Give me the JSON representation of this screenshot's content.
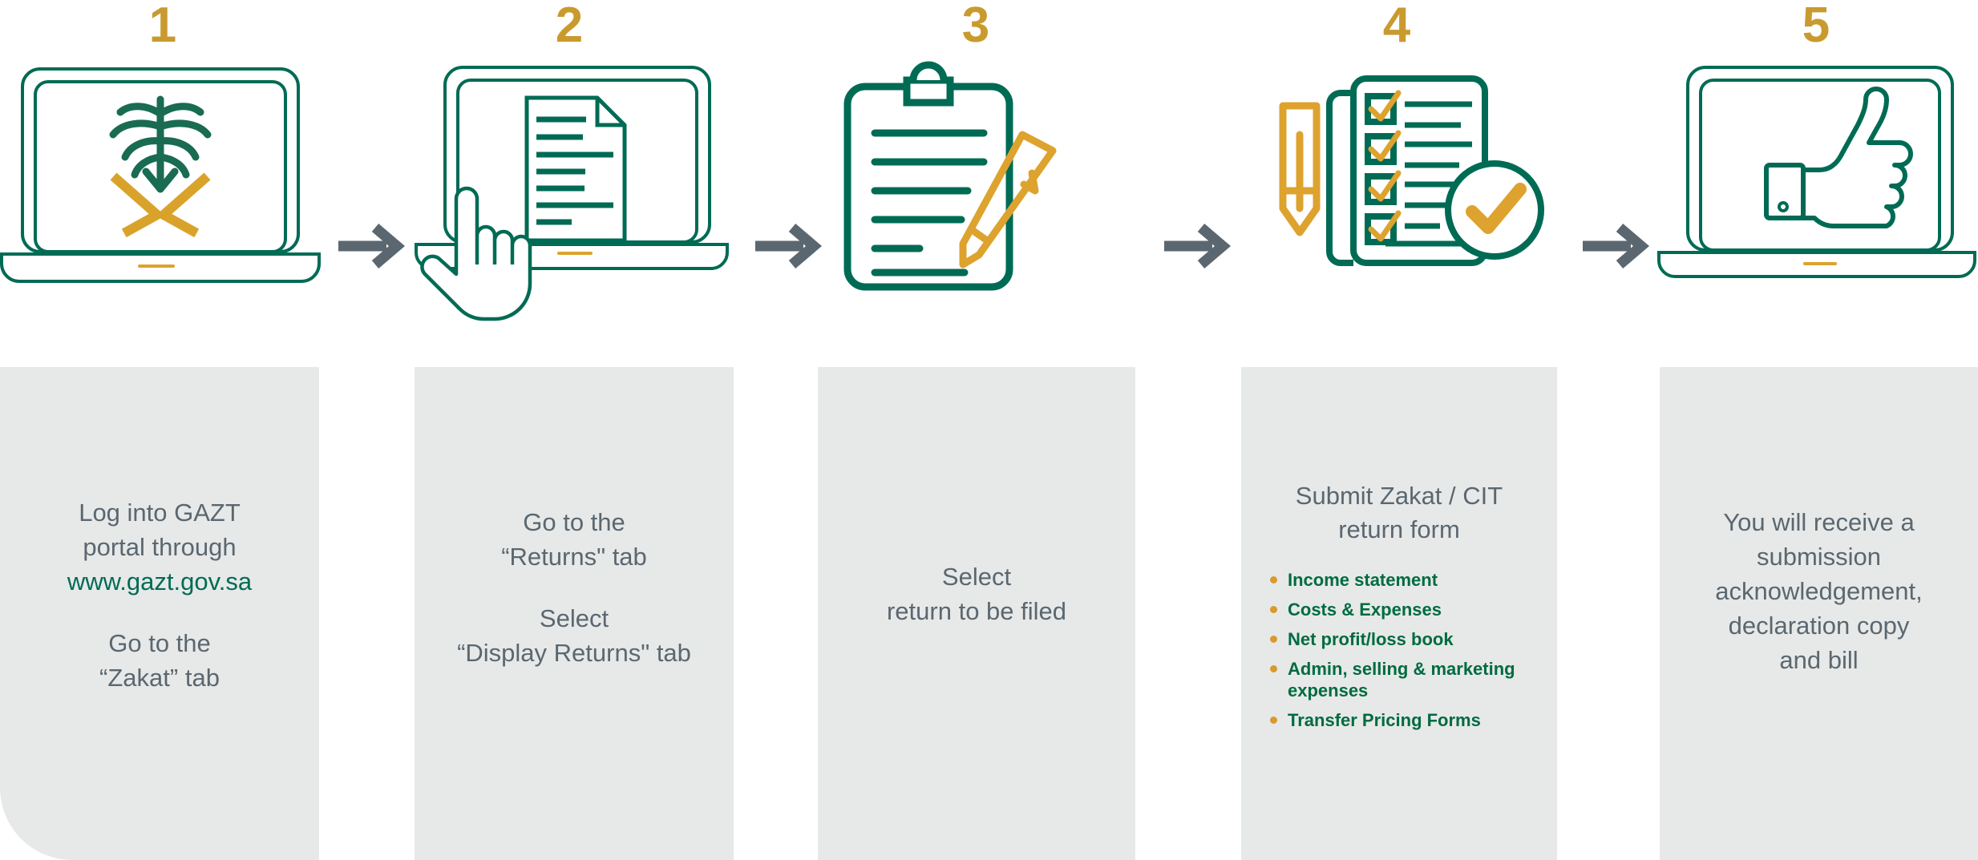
{
  "colors": {
    "green": "#006b54",
    "green_text": "#006b41",
    "gold": "#c99a2e",
    "gold_icon": "#dda32e",
    "gray_text": "#5b6770",
    "panel_bg": "#e6e9e8",
    "arrow": "#5b6770",
    "page_bg": "#ffffff"
  },
  "steps": [
    {
      "number": "1",
      "icon_name": "laptop-saudi-emblem-icon",
      "lines": [
        {
          "text": "Log into GAZT",
          "style": "normal"
        },
        {
          "text": "portal through",
          "style": "normal"
        },
        {
          "text": "www.gazt.gov.sa",
          "style": "link"
        },
        {
          "text": "",
          "style": "spacer"
        },
        {
          "text": "Go to the",
          "style": "normal"
        },
        {
          "text": "“Zakat” tab",
          "style": "normal"
        }
      ]
    },
    {
      "number": "2",
      "icon_name": "laptop-document-pointing-hand-icon",
      "lines": [
        {
          "text": "Go to the",
          "style": "normal"
        },
        {
          "text": "“Returns\" tab",
          "style": "normal"
        },
        {
          "text": "",
          "style": "spacer"
        },
        {
          "text": "Select",
          "style": "normal"
        },
        {
          "text": "“Display Returns\" tab",
          "style": "normal"
        }
      ]
    },
    {
      "number": "3",
      "icon_name": "clipboard-pencil-icon",
      "lines": [
        {
          "text": "Select",
          "style": "normal"
        },
        {
          "text": "return to be filed",
          "style": "normal"
        }
      ]
    },
    {
      "number": "4",
      "icon_name": "checklist-pencil-approved-icon",
      "heading": [
        "Submit Zakat / CIT",
        "return form"
      ],
      "bullets": [
        "Income statement",
        "Costs & Expenses",
        "Net profit/loss book",
        "Admin, selling & marketing expenses",
        "Transfer Pricing Forms"
      ]
    },
    {
      "number": "5",
      "icon_name": "laptop-thumbs-up-icon",
      "lines": [
        {
          "text": "You will receive a",
          "style": "normal"
        },
        {
          "text": "submission",
          "style": "normal"
        },
        {
          "text": "acknowledgement,",
          "style": "normal"
        },
        {
          "text": "declaration copy",
          "style": "normal"
        },
        {
          "text": "and bill",
          "style": "normal"
        }
      ]
    }
  ],
  "arrows": [
    {
      "name": "arrow-step-1-to-2",
      "glyph": "→"
    },
    {
      "name": "arrow-step-2-to-3",
      "glyph": "→"
    },
    {
      "name": "arrow-step-3-to-4",
      "glyph": "→"
    },
    {
      "name": "arrow-step-4-to-5",
      "glyph": "→"
    }
  ]
}
